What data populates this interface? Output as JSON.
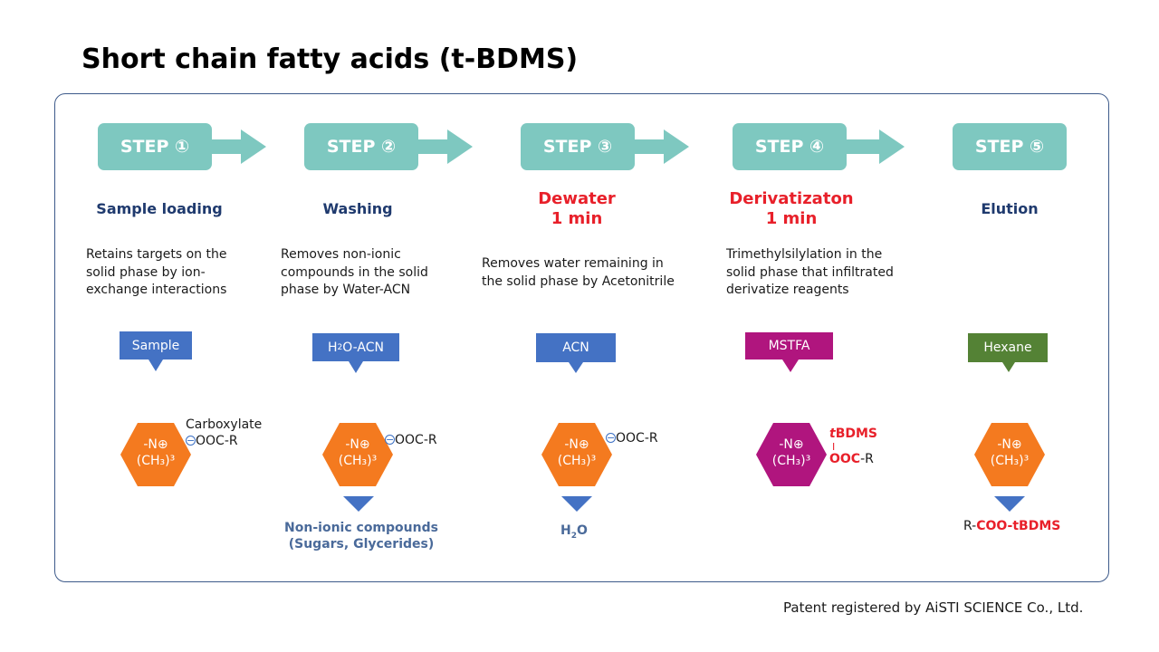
{
  "title": "Short chain fatty acids (t-BDMS)",
  "footer": "Patent registered by AiSTI SCIENCE Co., Ltd.",
  "colors": {
    "step_box": "#7ec8c0",
    "hexagon_orange": "#f47a1f",
    "hexagon_magenta": "#b0157e",
    "callout_blue": "#4472c4",
    "callout_magenta": "#b0157e",
    "callout_green": "#548235",
    "title_red": "#e8202a",
    "title_navy": "#1f3a6e"
  },
  "steps": [
    {
      "label": "STEP ①",
      "title": "Sample loading",
      "desc": [
        "Retains targets on the",
        "solid phase by ion-",
        "exchange interactions"
      ],
      "callout": "Sample",
      "hex_line1": "-N⊕",
      "hex_line2": "(CH₃)³",
      "anion_label": "Carboxylate",
      "anion": "OOC-R"
    },
    {
      "label": "STEP ②",
      "title": "Washing",
      "desc": [
        "Removes non-ionic",
        "compounds in the solid",
        "phase by  Water-ACN"
      ],
      "callout_prefix": "H",
      "callout_sub": "2",
      "callout_suffix": "O-ACN",
      "hex_line1": "-N⊕",
      "hex_line2": "(CH₃)³",
      "anion": "OOC-R",
      "eluate": [
        "Non-ionic compounds",
        "(Sugars, Glycerides)"
      ]
    },
    {
      "label": "STEP ③",
      "title": [
        "Dewater",
        "1 min"
      ],
      "desc": [
        "Removes water remaining in",
        "the solid phase by Acetonitrile"
      ],
      "callout": "ACN",
      "hex_line1": "-N⊕",
      "hex_line2": "(CH₃)³",
      "anion": "OOC-R",
      "eluate_prefix": "H",
      "eluate_sub": "2",
      "eluate_suffix": "O"
    },
    {
      "label": "STEP ④",
      "title": [
        "Derivatizaton",
        "1 min"
      ],
      "desc": [
        "Trimethylsilylation in the",
        "solid phase that infiltrated",
        "derivatize reagents"
      ],
      "callout": "MSTFA",
      "hex_line1": "-N⊕",
      "hex_line2": "(CH₃)³",
      "deriv_t": "t",
      "deriv_bdms": "BDMS",
      "deriv_bar": "I",
      "deriv_ooc": "OOC",
      "deriv_r": "-R"
    },
    {
      "label": "STEP ⑤",
      "title": "Elution",
      "callout": "Hexane",
      "hex_line1": "-N⊕",
      "hex_line2": "(CH₃)³",
      "product_prefix": "R-",
      "product_main": "COO-tBDMS"
    }
  ],
  "minus_sign": "−"
}
